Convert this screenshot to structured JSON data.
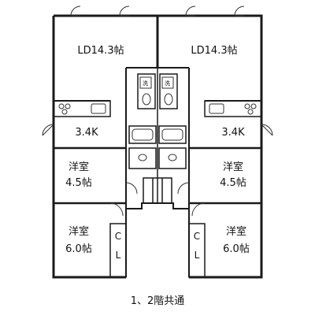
{
  "units": {
    "left": {
      "ld": "LD14.3帖",
      "kitchen": "3.4K",
      "room_a_name": "洋室",
      "room_a_size": "4.5帖",
      "room_b_name": "洋室",
      "room_b_size": "6.0帖",
      "closet_c": "C",
      "closet_l": "L",
      "wash": "洗"
    },
    "right": {
      "ld": "LD14.3帖",
      "kitchen": "3.4K",
      "room_a_name": "洋室",
      "room_a_size": "4.5帖",
      "room_b_name": "洋室",
      "room_b_size": "6.0帖",
      "closet_c": "C",
      "closet_l": "L",
      "wash": "洗"
    }
  },
  "caption": "1、2階共通",
  "colors": {
    "wall": "#1a1a1a",
    "line": "#333333",
    "background": "#ffffff"
  }
}
